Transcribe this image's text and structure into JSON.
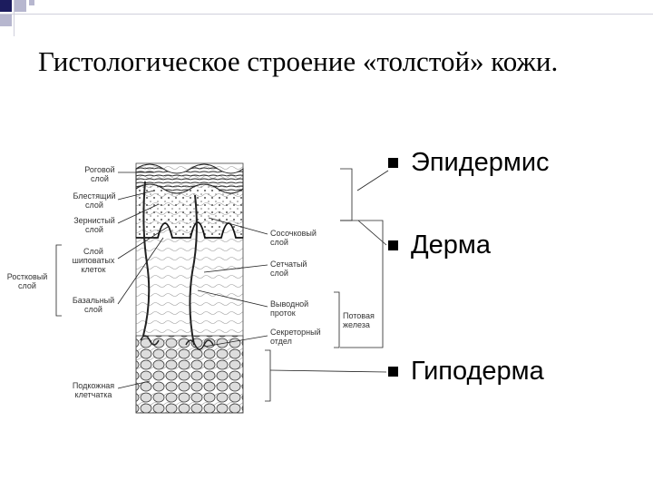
{
  "title": "Гистологическое строение «толстой» кожи.",
  "bullets": [
    {
      "label": "Эпидермис"
    },
    {
      "label": "Дерма"
    },
    {
      "label": "Гиподерма"
    }
  ],
  "diagram_labels": {
    "rogovoy": "Роговой слой",
    "blestyashchiy": "Блестящий слой",
    "zernistyy": "Зернистый слой",
    "shipovatykh": "Слой шиповатых клеток",
    "rostkovyy": "Ростковый слой",
    "bazalnyy": "Базальный слой",
    "podkozhnaya": "Подкожная клетчатка",
    "sosochkovyy": "Сосочковый слой",
    "setchatyy": "Сетчатый слой",
    "vyvodnoy": "Выводной проток",
    "potovaya": "Потовая железа",
    "sekretornyy": "Секреторный отдел"
  },
  "colors": {
    "accent_dark": "#1c1c5e",
    "accent_light": "#b7b7cf",
    "text": "#000000"
  }
}
